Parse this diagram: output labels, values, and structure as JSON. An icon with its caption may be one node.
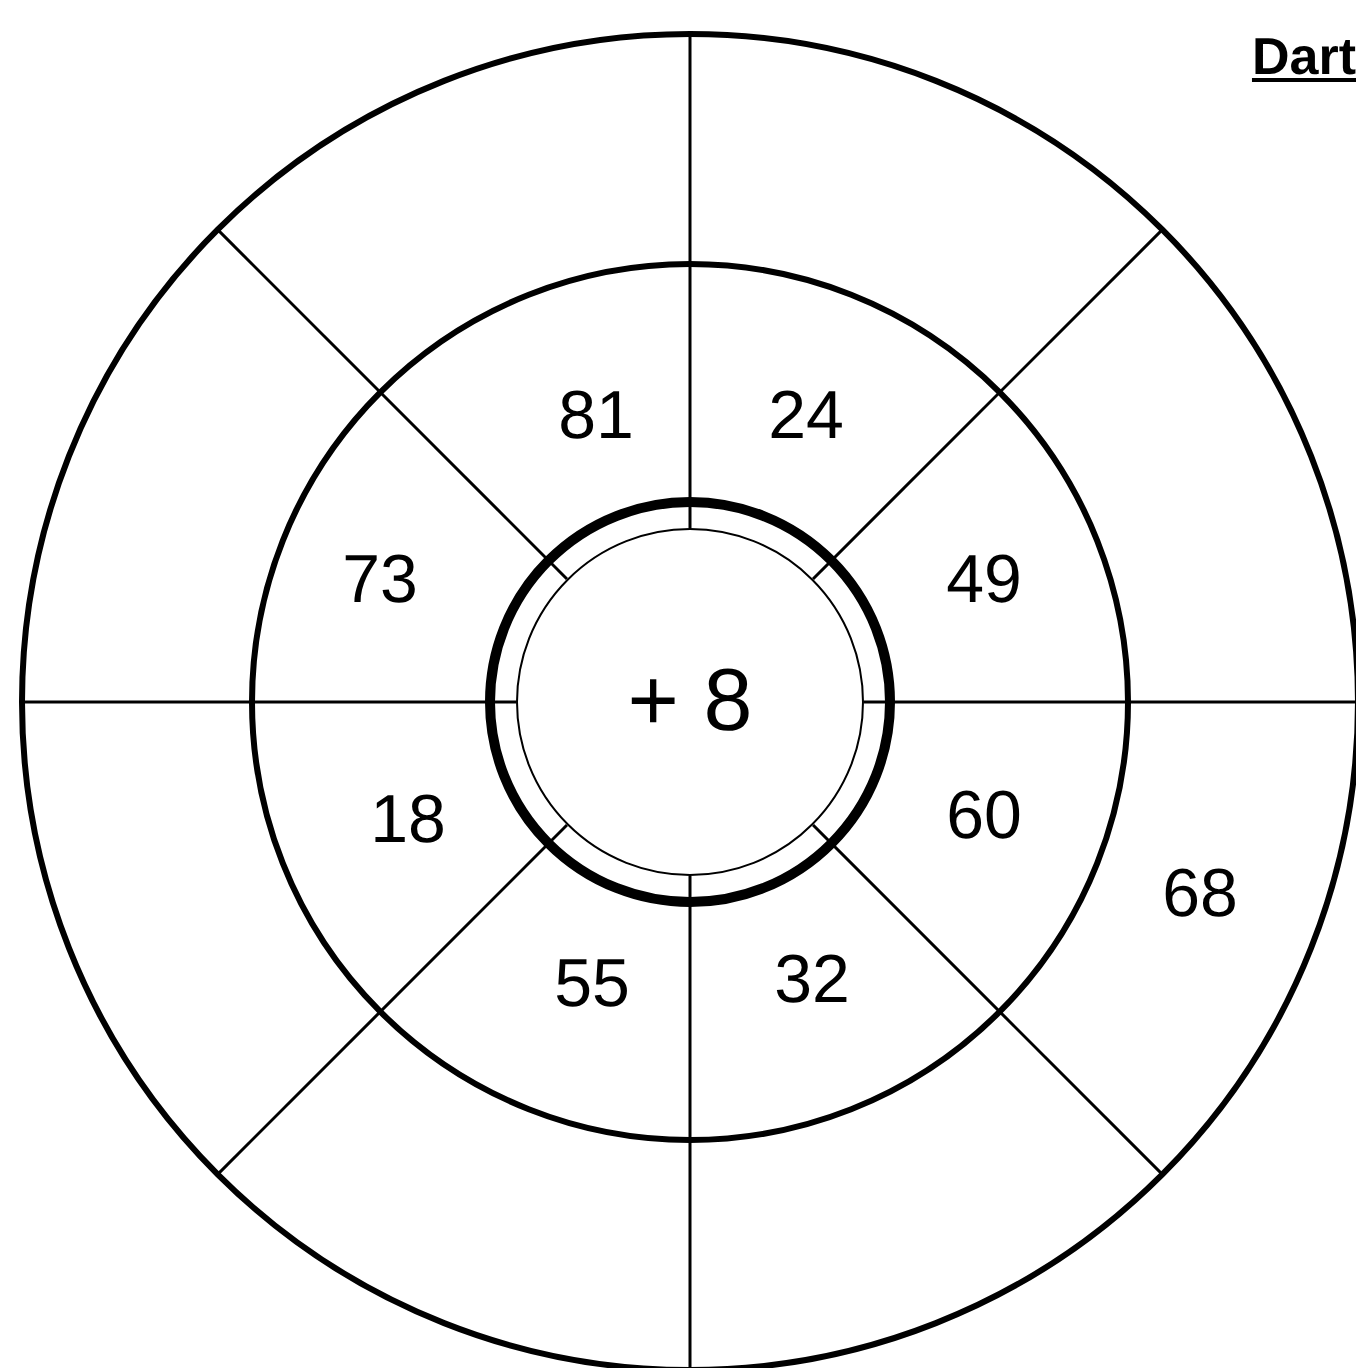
{
  "diagram": {
    "title": "Dart",
    "nodes": [
      {
        "text": [
          "+ 8"
        ]
      }
    ],
    "labels": [
      "81",
      "24",
      "73",
      "49",
      "18",
      "60",
      "68",
      "55",
      "32"
    ]
  }
}
